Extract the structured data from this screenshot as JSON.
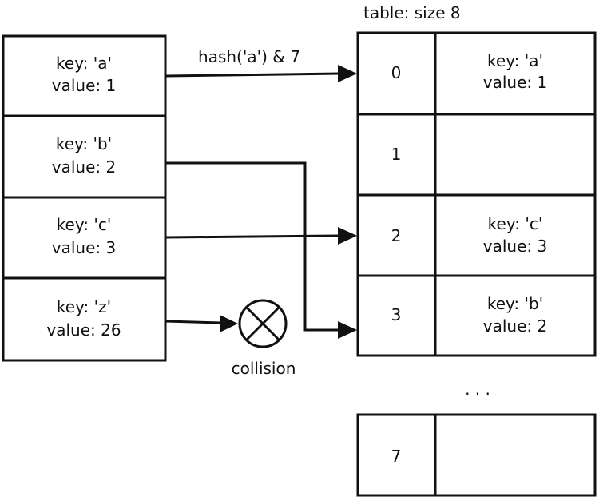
{
  "table_title": "table: size 8",
  "hash_label": "hash('a') & 7",
  "collision_label": "collision",
  "ellipsis": ". . .",
  "entries": [
    {
      "key": "key: 'a'",
      "value": "value: 1"
    },
    {
      "key": "key: 'b'",
      "value": "value: 2"
    },
    {
      "key": "key: 'c'",
      "value": "value: 3"
    },
    {
      "key": "key: 'z'",
      "value": "value: 26"
    }
  ],
  "slots": [
    {
      "index": "0",
      "key": "key: 'a'",
      "value": "value: 1"
    },
    {
      "index": "1",
      "key": "",
      "value": ""
    },
    {
      "index": "2",
      "key": "key: 'c'",
      "value": "value: 3"
    },
    {
      "index": "3",
      "key": "key: 'b'",
      "value": "value: 2"
    },
    {
      "index": "7",
      "key": "",
      "value": ""
    }
  ]
}
